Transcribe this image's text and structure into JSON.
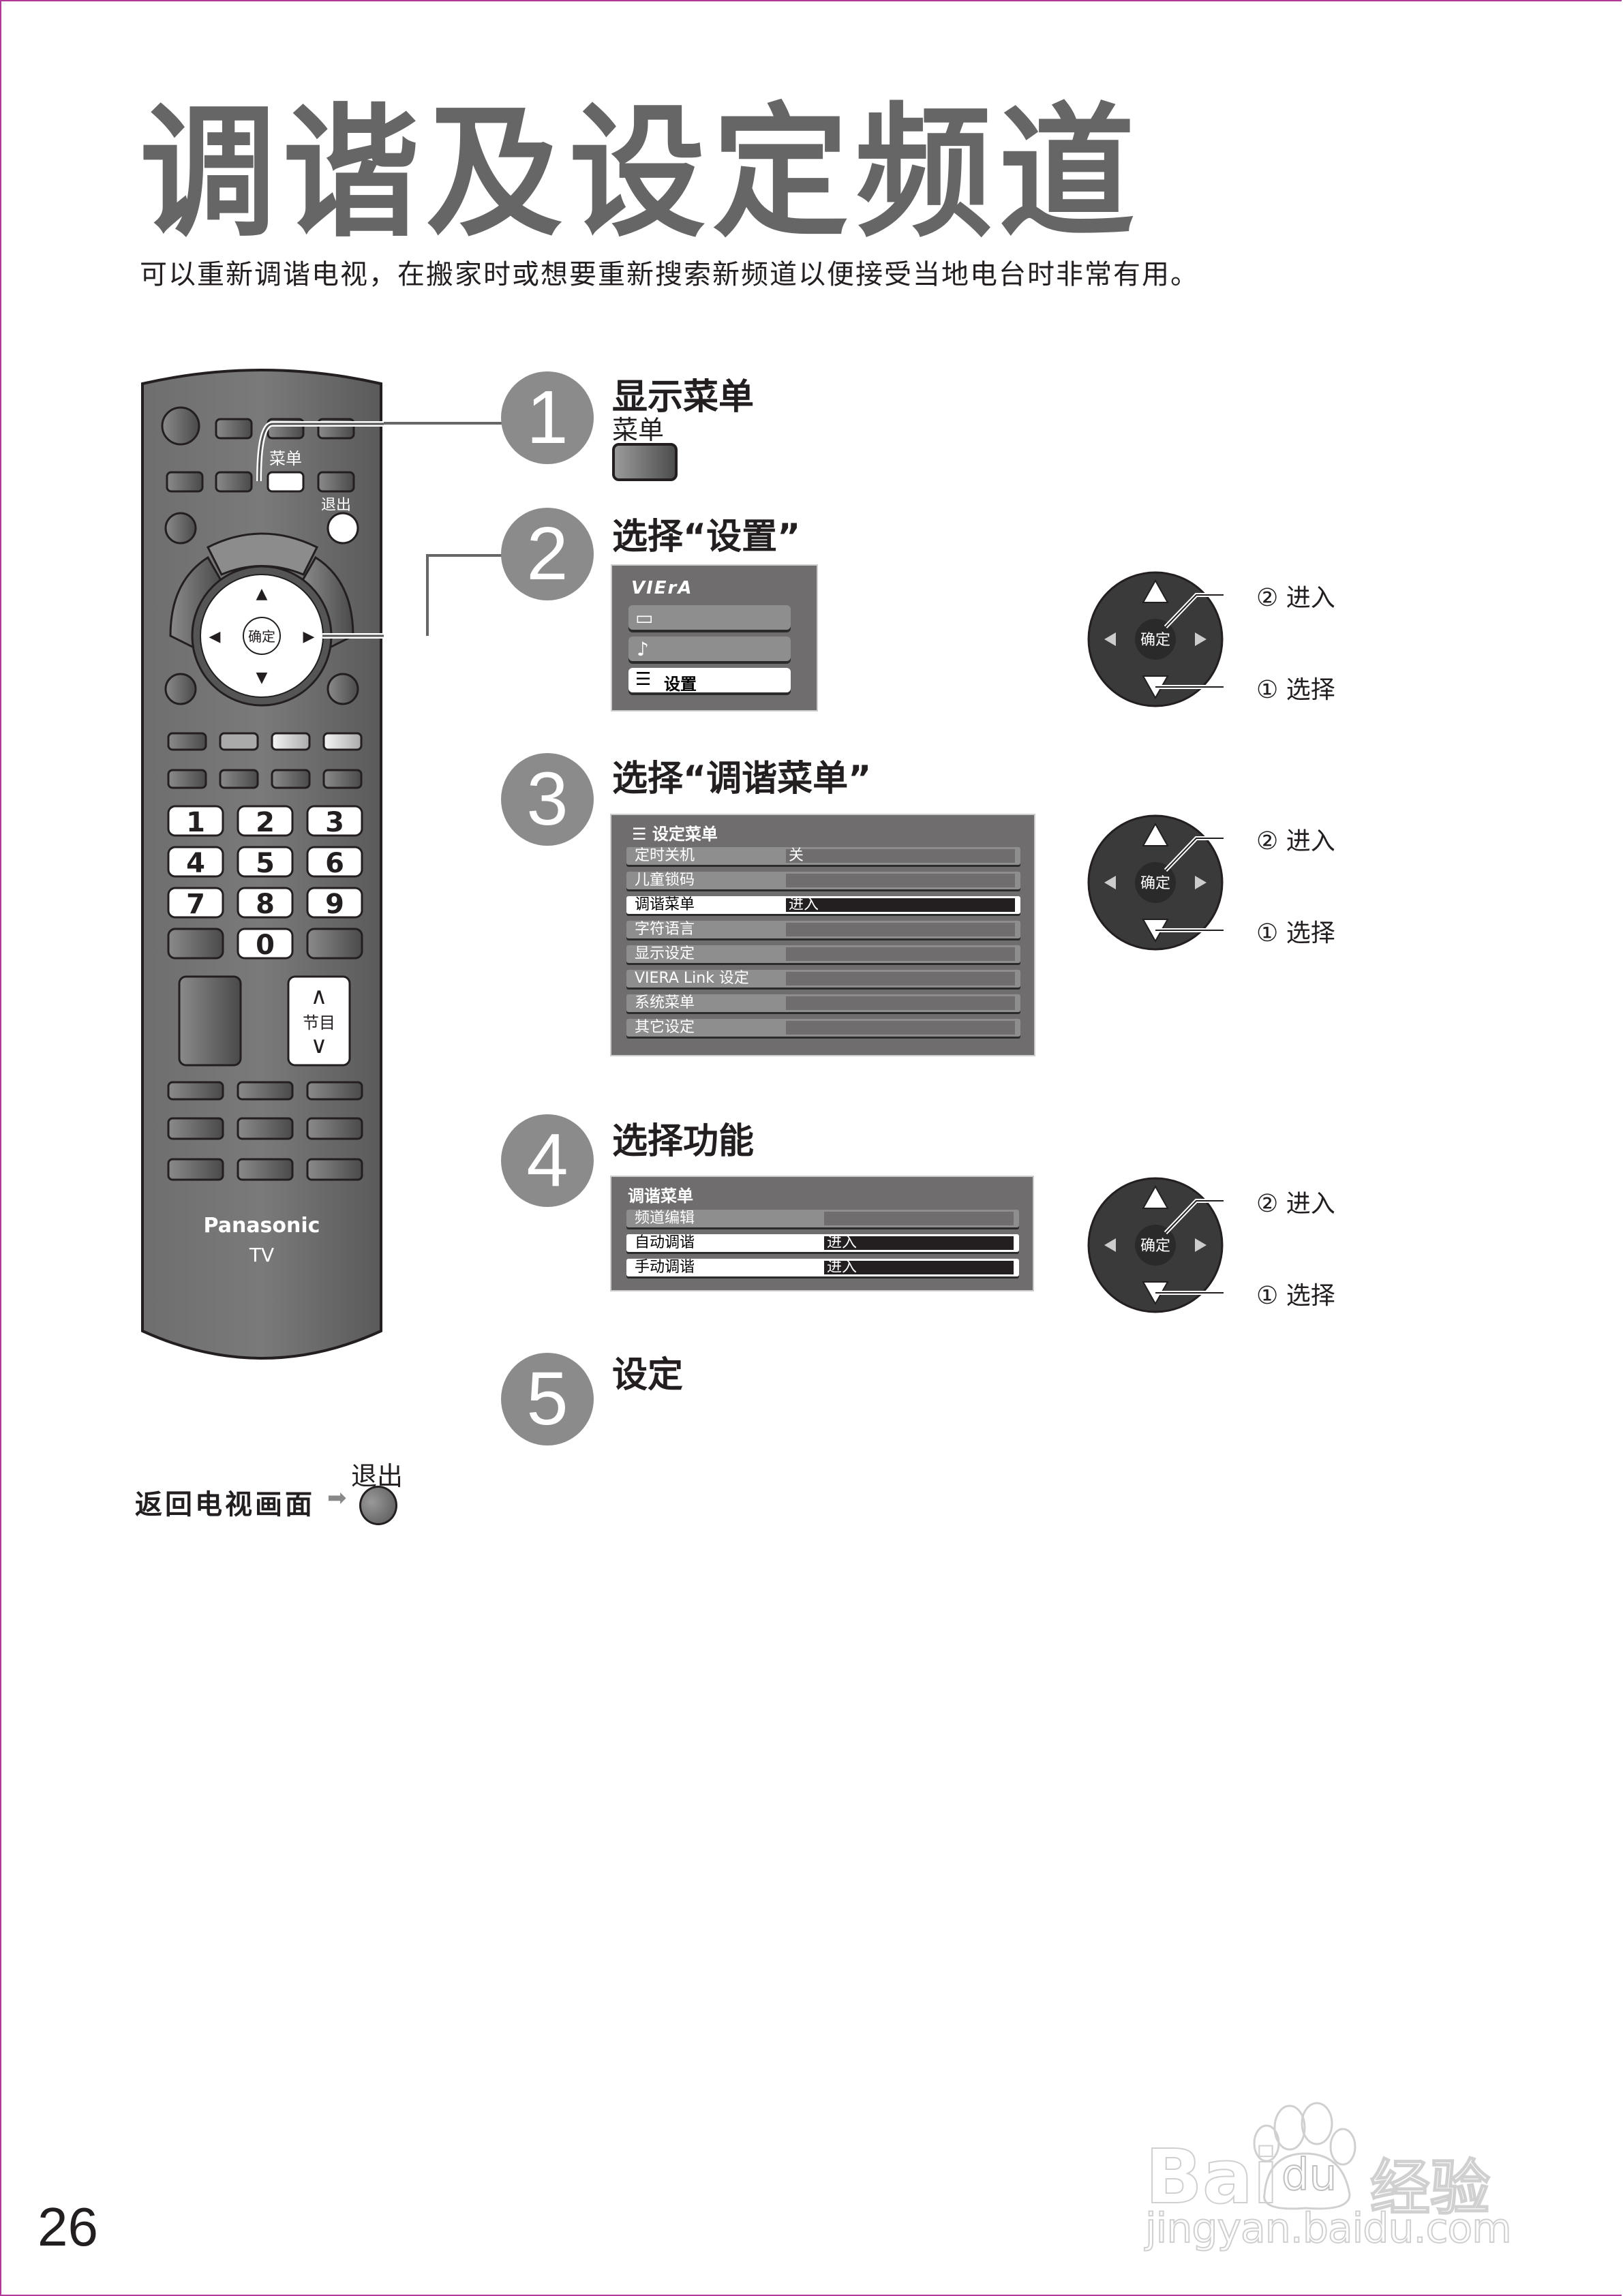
{
  "page": {
    "title": "调谐及设定频道",
    "subtitle": "可以重新调谐电视，在搬家时或想要重新搜索新频道以便接受当地电台时非常有用。",
    "page_number": "26",
    "border_color": "#b03a9c"
  },
  "remote": {
    "brand": "Panasonic",
    "model_label": "TV",
    "menu_label": "菜单",
    "exit_label": "退出",
    "ok_label": "确定",
    "numbers": [
      "1",
      "2",
      "3",
      "4",
      "5",
      "6",
      "7",
      "8",
      "9",
      "0"
    ],
    "channel_label": "节目",
    "channel_up": "∧",
    "channel_down": "∨",
    "arrows": {
      "up": "▲",
      "down": "▼",
      "left": "◀",
      "right": "▶"
    }
  },
  "steps": [
    {
      "number": "1",
      "heading": "显示菜单",
      "key_label": "菜单"
    },
    {
      "number": "2",
      "heading": "选择“设置”",
      "screen": {
        "logo": "VIErA",
        "items": [
          {
            "icon": "picture-icon",
            "glyph": "▭",
            "label": ""
          },
          {
            "icon": "sound-icon",
            "glyph": "♪",
            "label": ""
          },
          {
            "icon": "setup-list-icon",
            "glyph": "☰",
            "label": "设置",
            "selected": true
          }
        ]
      }
    },
    {
      "number": "3",
      "heading": "选择“调谐菜单”",
      "screen": {
        "title_icon": "☰",
        "title": "设定菜单",
        "rows": [
          {
            "label": "定时关机",
            "value": "关"
          },
          {
            "label": "儿童锁码",
            "value": ""
          },
          {
            "label": "调谐菜单",
            "value": "进入",
            "selected": true
          },
          {
            "label": "字符语言",
            "value": ""
          },
          {
            "label": "显示设定",
            "value": ""
          },
          {
            "label": "VIERA Link 设定",
            "value": ""
          },
          {
            "label": "系统菜单",
            "value": ""
          },
          {
            "label": "其它设定",
            "value": ""
          }
        ]
      }
    },
    {
      "number": "4",
      "heading": "选择功能",
      "screen": {
        "title": "调谐菜单",
        "rows": [
          {
            "label": "频道编辑",
            "value": ""
          },
          {
            "label": "自动调谐",
            "value": "进入",
            "selected": true
          },
          {
            "label": "手动调谐",
            "value": "进入",
            "selected": true
          }
        ]
      }
    },
    {
      "number": "5",
      "heading": "设定"
    }
  ],
  "dpad_callout": {
    "ok_label": "确定",
    "enter_label": "② 进入",
    "select_label": "① 选择"
  },
  "return_hint": {
    "text": "返回电视画面",
    "arrow": "➡",
    "button_label": "退出"
  },
  "watermark": {
    "brand": "Bai",
    "paw_text": "du",
    "cn": "经验",
    "url": "jingyan.baidu.com"
  }
}
